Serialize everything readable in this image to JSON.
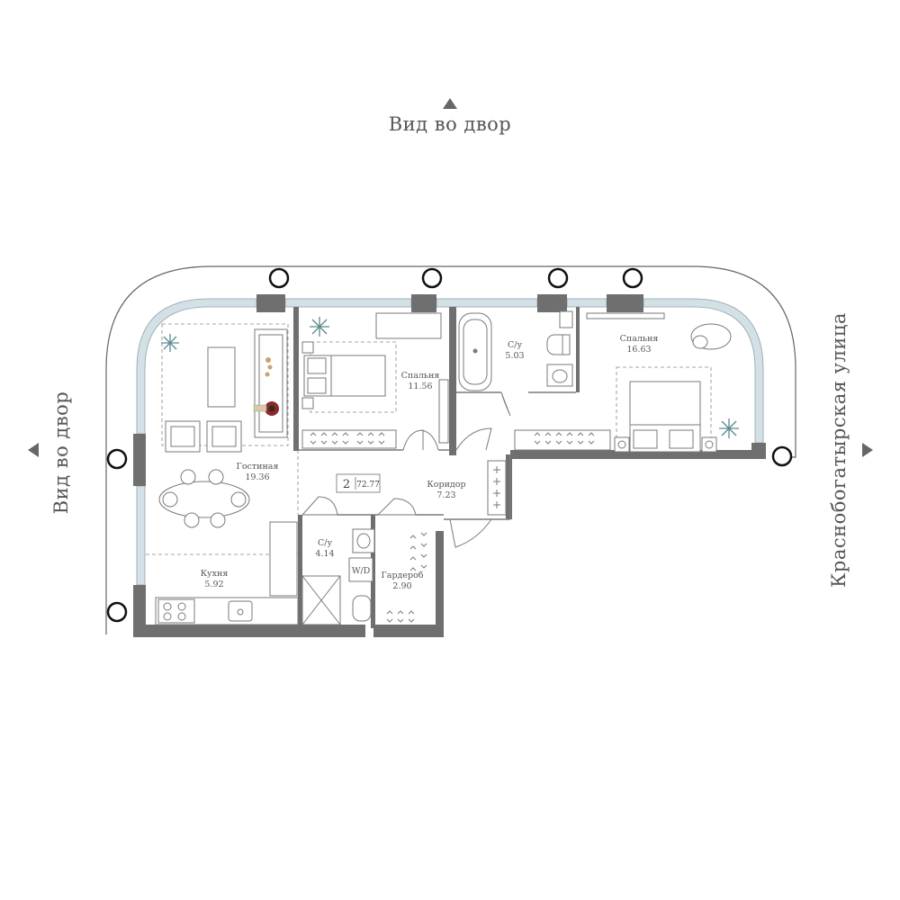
{
  "views": {
    "top": "Вид во двор",
    "left": "Вид во двор",
    "right": "Краснобогатырская улица"
  },
  "apartment": {
    "rooms_count": "2",
    "total_area": "72.77"
  },
  "rooms": {
    "living": {
      "name": "Гостиная",
      "area": "19.36"
    },
    "kitchen": {
      "name": "Кухня",
      "area": "5.92"
    },
    "bedroom1": {
      "name": "Спальня",
      "area": "11.56"
    },
    "bath1": {
      "name": "С/у",
      "area": "5.03"
    },
    "bedroom2": {
      "name": "Спальня",
      "area": "16.63"
    },
    "corridor": {
      "name": "Коридор",
      "area": "7.23"
    },
    "bath2": {
      "name": "С/у",
      "area": "4.14"
    },
    "wardrobe": {
      "name": "Гардероб",
      "area": "2.90"
    },
    "washer": {
      "name": "W/D"
    }
  },
  "colors": {
    "wall": "#6f6f6f",
    "window": "#cfdde3",
    "line": "#7a7a7a",
    "accent": "#8c2a2a"
  }
}
